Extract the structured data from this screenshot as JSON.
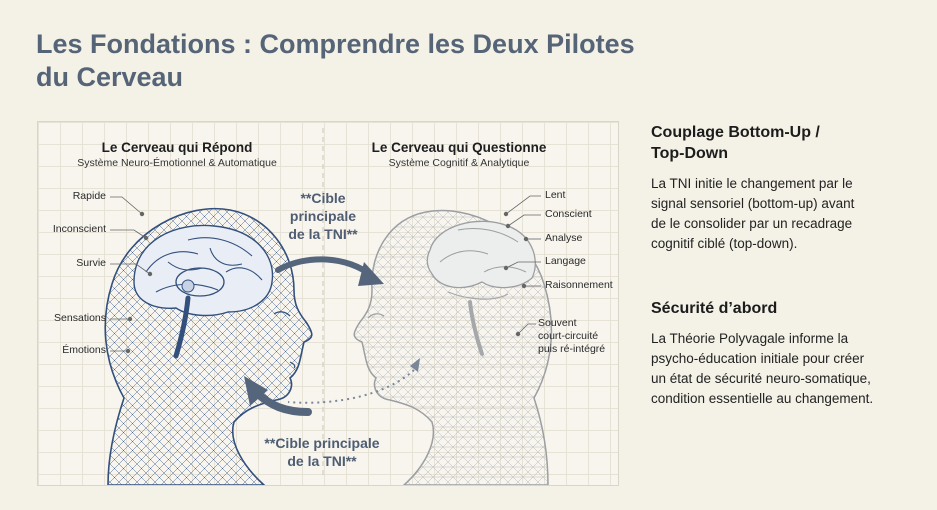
{
  "title": "Les Fondations : Comprendre les Deux Pilotes du Cerveau",
  "diagram": {
    "left": {
      "title": "Le Cerveau qui Répond",
      "subtitle": "Système Neuro-Émotionnel & Automatique",
      "labels": [
        "Rapide",
        "Inconscient",
        "Survie",
        "Sensations",
        "Émotions"
      ]
    },
    "right": {
      "title": "Le Cerveau qui Questionne",
      "subtitle": "Système Cognitif & Analytique",
      "labels": [
        "Lent",
        "Conscient",
        "Analyse",
        "Langage",
        "Raisonnement",
        "Souvent",
        "court-circuité",
        "puis ré-intégré"
      ]
    },
    "target_top": [
      "**Cible",
      "principale",
      "de la TNI**"
    ],
    "target_bottom": [
      "**Cible principale",
      "de la TNI**"
    ],
    "colors": {
      "left_brain": "#3e5a85",
      "right_brain": "#a9abaf",
      "arrow": "#55657b"
    }
  },
  "sections": [
    {
      "heading_lines": [
        "Couplage Bottom-Up /",
        "Top-Down"
      ],
      "body_lines": [
        "La TNI initie le changement par le",
        "signal sensoriel (bottom-up) avant",
        "de le consolider par un recadrage",
        "cognitif ciblé (top-down)."
      ]
    },
    {
      "heading_lines": [
        "Sécurité d’abord"
      ],
      "body_lines": [
        "La Théorie Polyvagale informe la",
        "psycho-éducation initiale pour créer",
        "un état de sécurité neuro-somatique,",
        "condition essentielle au changement."
      ]
    }
  ]
}
